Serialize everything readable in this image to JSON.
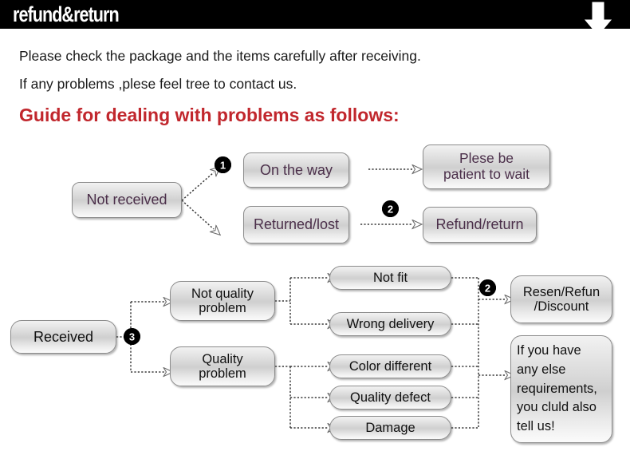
{
  "header": {
    "title": "refund&return",
    "arrow_icon": "down-arrow-icon"
  },
  "intro": {
    "line1": "Please check the package and the items carefully after receiving.",
    "line2": "If any problems ,plese feel tree to contact us.",
    "guide_heading": "Guide for dealing with problems as follows:",
    "heading_color": "#c1272d"
  },
  "flow_top": {
    "badges": {
      "one": "❶",
      "two": "❷"
    },
    "nodes": {
      "not_received": "Not received",
      "on_the_way": "On the way",
      "returned_lost": "Returned/lost",
      "please_wait_l1": "Plese be",
      "please_wait_l2": "patient to wait",
      "refund_return": "Refund/return"
    }
  },
  "flow_bottom": {
    "badges": {
      "three": "❸",
      "two": "❷"
    },
    "nodes": {
      "received": "Received",
      "not_quality_l1": "Not quality",
      "not_quality_l2": "problem",
      "quality_l1": "Quality",
      "quality_l2": "problem",
      "not_fit": "Not fit",
      "wrong_delivery": "Wrong delivery",
      "color_different": "Color different",
      "quality_defect": "Quality defect",
      "damage": "Damage",
      "resend_l1": "Resen/Refun",
      "resend_l2": "/Discount",
      "note_l1": "If you have",
      "note_l2": "any else",
      "note_l3": "requirements,",
      "note_l4": "you cluld also",
      "note_l5": "tell us!"
    }
  },
  "style": {
    "header_bg": "#000000",
    "node_text_purple": "#4b2f4a",
    "node_text_black": "#111111",
    "connector_color": "#3a3a3a"
  }
}
